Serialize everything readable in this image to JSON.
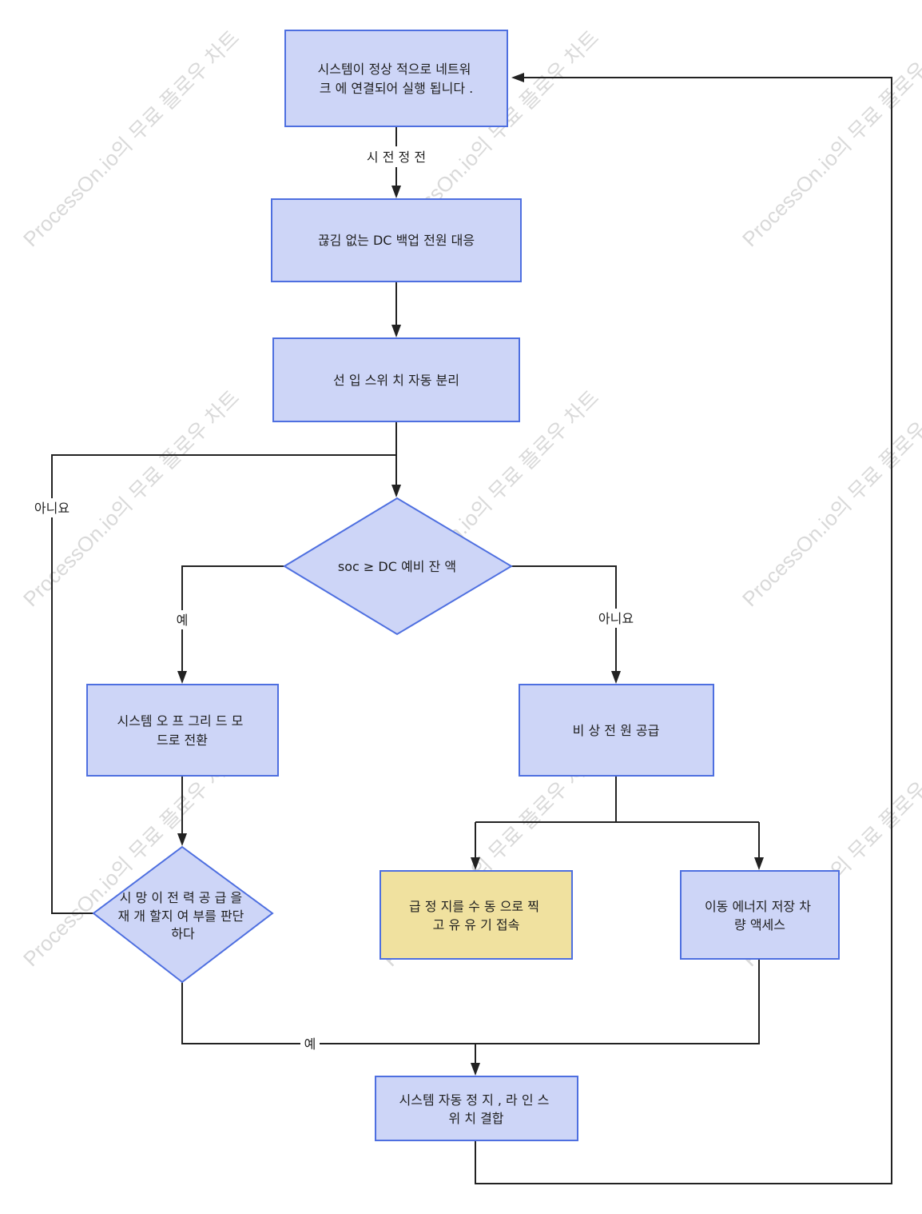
{
  "watermark": "ProcessOn.io의 무료 플로우 차트",
  "colors": {
    "node_fill": "#cdd5f7",
    "node_stroke": "#4e6fe0",
    "highlight_fill": "#f0e19f",
    "highlight_stroke": "#4e6fe0",
    "line": "#222222"
  },
  "nodes": {
    "start": {
      "lines": [
        "시스템이 정상 적으로 네트워",
        "크 에 연결되어 실행 됩니다 ."
      ]
    },
    "dc_backup": {
      "lines": [
        "끊김 없는 DC 백업 전원 대응"
      ]
    },
    "switch_off": {
      "lines": [
        "선 입 스위 치 자동 분리"
      ]
    },
    "soc_check": {
      "lines": [
        "soc ≥ DC 예비 잔 액"
      ]
    },
    "offgrid": {
      "lines": [
        "시스템 오 프 그리 드 모",
        "드로 전환"
      ]
    },
    "emergency": {
      "lines": [
        "비 상 전 원 공급"
      ]
    },
    "grid_check": {
      "lines": [
        "시 망 이 전 력 공 급 을",
        "재 개 할지 여 부를 판단",
        "하다"
      ]
    },
    "manual": {
      "lines": [
        "급 정 지를 수 동 으로 찍",
        "고 유 유 기 접속"
      ]
    },
    "mobile": {
      "lines": [
        "이동 에너지 저장 차",
        "량 액세스"
      ]
    },
    "auto_stop": {
      "lines": [
        "시스템 자동 정 지 , 라 인 스",
        "위 치 결합"
      ]
    }
  },
  "edge_labels": {
    "outage": "시 전 정 전",
    "yes_left": "예",
    "no_right": "아니요",
    "no_loop": "아니요",
    "yes_bottom": "예"
  }
}
